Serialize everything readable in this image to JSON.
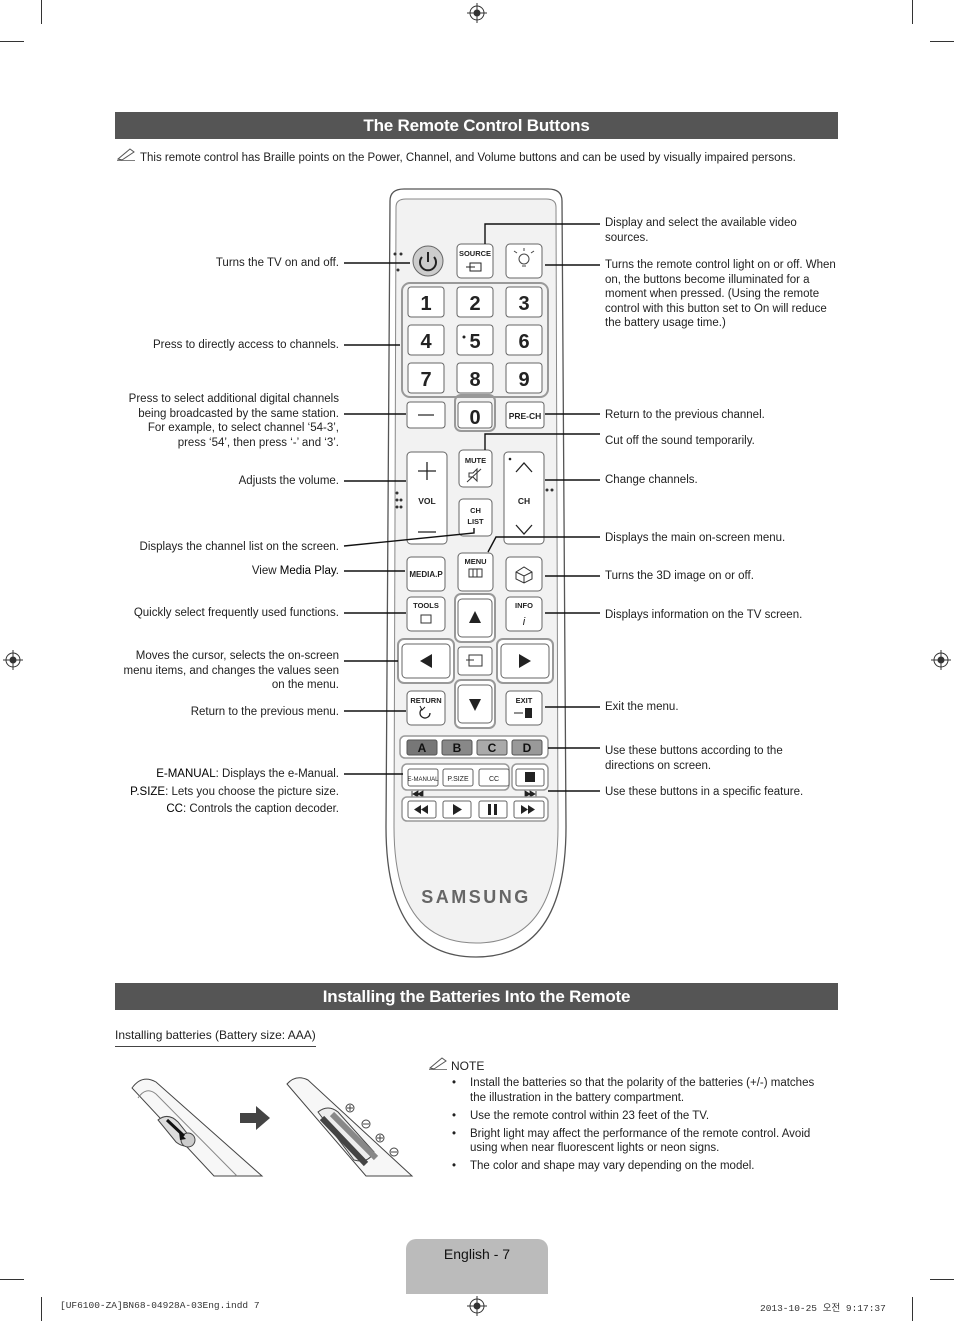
{
  "section1": {
    "title": "The Remote Control Buttons",
    "braille_note": "This remote control has Braille points on the Power, Channel, and Volume buttons and can be used by visually impaired persons."
  },
  "remote": {
    "source": "SOURCE",
    "digits": [
      "1",
      "2",
      "3",
      "4",
      "5",
      "6",
      "7",
      "8",
      "9"
    ],
    "dash": "—",
    "zero": "0",
    "prech": "PRE-CH",
    "mute": "MUTE",
    "vol": "VOL",
    "ch": "CH",
    "chlist_1": "CH",
    "chlist_2": "LIST",
    "mediap": "MEDIA.P",
    "menu": "MENU",
    "tools": "TOOLS",
    "info": "INFO",
    "return": "RETURN",
    "exit": "EXIT",
    "color_keys": [
      "A",
      "B",
      "C",
      "D"
    ],
    "emanual": "E-MANUAL",
    "psize": "P.SIZE",
    "cc": "CC",
    "brand": "SAMSUNG"
  },
  "callouts_left": {
    "power": "Turns the TV on and off.",
    "numbers": "Press to directly access to channels.",
    "dash": "Press to select additional digital channels being broadcasted by the same station. For example, to select channel ‘54-3’, press ‘54’, then press ‘-’ and ‘3’.",
    "volume": "Adjusts the volume.",
    "chlist": "Displays the channel list on the screen.",
    "mediap_prefix": "View ",
    "mediap_bold": "Media Play",
    "mediap_suffix": ".",
    "tools": "Quickly select frequently used functions.",
    "cursor": "Moves the cursor, selects the on-screen menu items, and changes the values seen on the menu.",
    "return": "Return to the previous menu.",
    "emanual_key": "E-MANUAL",
    "emanual_text": ": Displays the e-Manual.",
    "psize_key": "P.SIZE",
    "psize_text": ": Lets you choose the picture size.",
    "cc_key": "CC",
    "cc_text": ": Controls the caption decoder."
  },
  "callouts_right": {
    "source": "Display and select the available video sources.",
    "light": "Turns the remote control light on or off. When on, the buttons become illuminated for a moment when pressed. (Using the remote control with this button set to On will reduce the battery usage time.)",
    "prech": "Return to the previous channel.",
    "mute": "Cut off the sound temporarily.",
    "channel": "Change channels.",
    "menu": "Displays the main on-screen menu.",
    "threed": "Turns the 3D image on or off.",
    "info": "Displays information on the TV screen.",
    "exit": "Exit the menu.",
    "colors": "Use these buttons according to the directions on screen.",
    "playback": "Use these buttons in a specific feature."
  },
  "section2": {
    "title": "Installing the Batteries Into the Remote",
    "subtitle": "Installing batteries (Battery size: AAA)",
    "note_label": "NOTE",
    "notes": [
      "Install the batteries so that the polarity of the batteries (+/-) matches the illustration in the battery compartment.",
      "Use the remote control within 23 feet of the TV.",
      "Bright light may affect the performance of the remote control. Avoid using when near fluorescent lights or neon signs.",
      "The color and shape may vary depending on the model."
    ]
  },
  "footer": {
    "page_label": "English - 7",
    "slug_left": "[UF6100-ZA]BN68-04928A-03Eng.indd   7",
    "slug_right": "2013-10-25   오전 9:17:37"
  }
}
